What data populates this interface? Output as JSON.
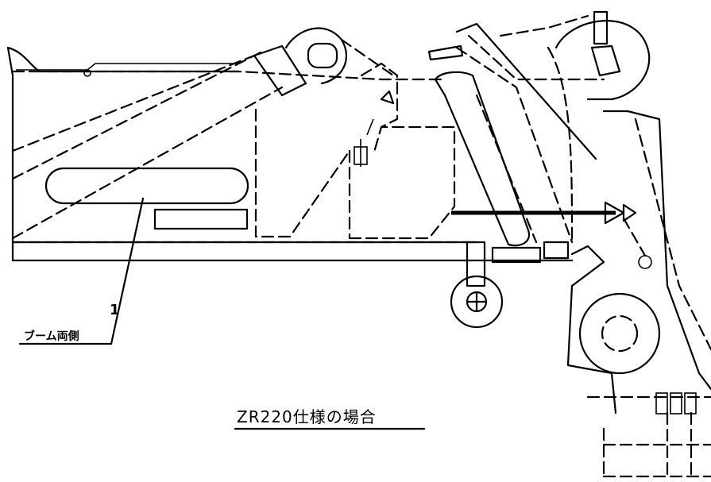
{
  "callout": {
    "number": "1",
    "label": "ブーム両側"
  },
  "caption": "ZR220仕様の場合"
}
